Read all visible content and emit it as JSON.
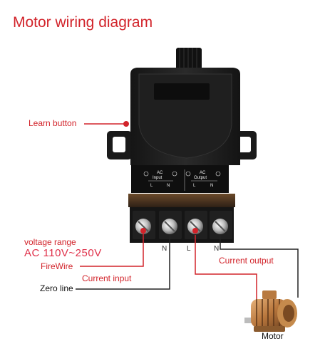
{
  "title": "Motor wiring diagram",
  "learn_button_label": "Learn button",
  "voltage_range_label": "voltage range",
  "ac_range": "AC 110V~250V",
  "firewire_label": "FireWire",
  "current_input_label": "Current input",
  "zero_line_label": "Zero line",
  "current_output_label": "Current output",
  "motor_label": "Motor",
  "terminal_labels": {
    "n_left": "N",
    "l": "L",
    "n_right": "N"
  },
  "panel": {
    "ac_input": "AC",
    "input_word": "Input",
    "ac_output": "AC",
    "output_word": "Output",
    "l1": "L",
    "n1": "N",
    "l2": "L",
    "n2": "N"
  },
  "colors": {
    "accent": "#d2232a",
    "wire_red": "#d2232a",
    "wire_black": "#222222",
    "device": "#1c1c1c"
  }
}
